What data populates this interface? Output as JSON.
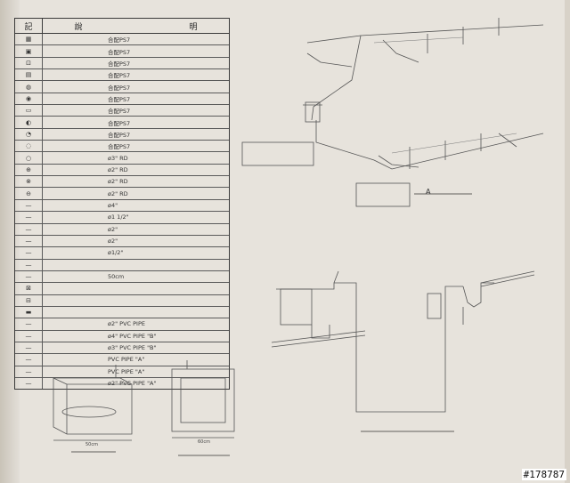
{
  "legend": {
    "header_left": "記",
    "header_right_a": "說",
    "header_right_b": "明",
    "rows": [
      {
        "sym": "▦",
        "name": "",
        "desc": "合配PS7"
      },
      {
        "sym": "▣",
        "name": "",
        "desc": "合配PS7"
      },
      {
        "sym": "⊡",
        "name": "",
        "desc": "合配PS7"
      },
      {
        "sym": "▤",
        "name": "",
        "desc": "合配PS7"
      },
      {
        "sym": "◍",
        "name": "",
        "desc": "合配PS7"
      },
      {
        "sym": "◉",
        "name": "",
        "desc": "合配PS7"
      },
      {
        "sym": "▭",
        "name": "",
        "desc": "合配PS7"
      },
      {
        "sym": "◐",
        "name": "",
        "desc": "合配PS7"
      },
      {
        "sym": "◔",
        "name": "",
        "desc": "合配PS7"
      },
      {
        "sym": "◌",
        "name": "",
        "desc": "合配PS7"
      },
      {
        "sym": "○",
        "name": "",
        "desc": "ø3\" RD"
      },
      {
        "sym": "⊕",
        "name": "",
        "desc": "ø2\" RD"
      },
      {
        "sym": "⊗",
        "name": "",
        "desc": "ø2\" RD"
      },
      {
        "sym": "⊖",
        "name": "",
        "desc": "ø2\" RD"
      },
      {
        "sym": "—",
        "name": "",
        "desc": "ø4\""
      },
      {
        "sym": "—",
        "name": "",
        "desc": "ø1 1/2\""
      },
      {
        "sym": "—",
        "name": "",
        "desc": "ø2\""
      },
      {
        "sym": "—",
        "name": "",
        "desc": "ø2\""
      },
      {
        "sym": "—",
        "name": "",
        "desc": "ø1/2\""
      },
      {
        "sym": "—",
        "name": "",
        "desc": ""
      },
      {
        "sym": "—",
        "name": "",
        "desc": "50cm"
      },
      {
        "sym": "⊠",
        "name": "",
        "desc": ""
      },
      {
        "sym": "⊟",
        "name": "",
        "desc": ""
      },
      {
        "sym": "▬",
        "name": "",
        "desc": ""
      },
      {
        "sym": "—",
        "name": "",
        "desc": "ø2\"  PVC PIPE"
      },
      {
        "sym": "—",
        "name": "",
        "desc": "ø4\"  PVC PIPE \"B\""
      },
      {
        "sym": "—",
        "name": "",
        "desc": "ø3\"  PVC PIPE \"B\""
      },
      {
        "sym": "—",
        "name": "",
        "desc": "PVC PIPE \"A\""
      },
      {
        "sym": "—",
        "name": "",
        "desc": "PVC PIPE \"A\""
      },
      {
        "sym": "—",
        "name": "",
        "desc": "ø2\"  PVC PIPE \"A\""
      }
    ]
  },
  "drawings": {
    "title_a_suffix": "A",
    "dim_1": "50cm",
    "dim_2": "60cm"
  },
  "watermark": "#178787"
}
